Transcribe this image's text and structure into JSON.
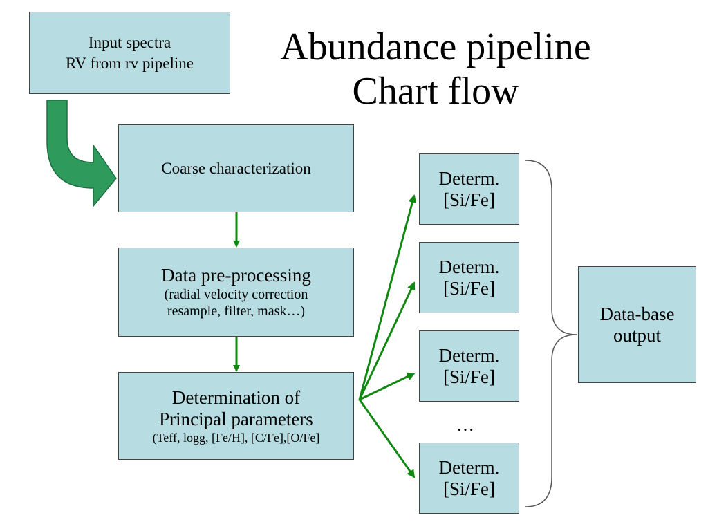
{
  "title": {
    "line1": "Abundance pipeline",
    "line2": "Chart flow"
  },
  "input_box": {
    "line1": "Input spectra",
    "line2": "RV from rv pipeline"
  },
  "coarse_box": {
    "label": "Coarse characterization"
  },
  "preprocessing_box": {
    "line1": "Data pre-processing",
    "line2": "(radial velocity correction",
    "line3": "resample, filter, mask…)"
  },
  "principal_box": {
    "line1": "Determination of",
    "line2": "Principal parameters",
    "line3": "(Teff, logg, [Fe/H], [C/Fe],[O/Fe]"
  },
  "determ_boxes": [
    {
      "line1": "Determ.",
      "line2": "[Si/Fe]"
    },
    {
      "line1": "Determ.",
      "line2": "[Si/Fe]"
    },
    {
      "line1": "Determ.",
      "line2": "[Si/Fe]"
    },
    {
      "line1": "Determ.",
      "line2": "[Si/Fe]"
    }
  ],
  "ellipsis": "…",
  "output_box": {
    "line1": "Data-base",
    "line2": "output"
  },
  "colors": {
    "box_fill": "#b7dde2",
    "arrow_green": "#118811",
    "curved_arrow": "#2e9a5c"
  }
}
